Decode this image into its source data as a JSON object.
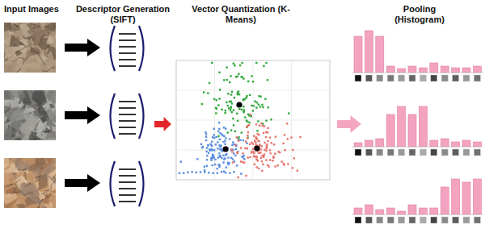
{
  "diagram": {
    "labels": [
      "Input Images",
      "Descriptor Generation (SIFT)",
      "Vector Quantization (K-Means)",
      "Pooling (Histogram)"
    ]
  }
}
